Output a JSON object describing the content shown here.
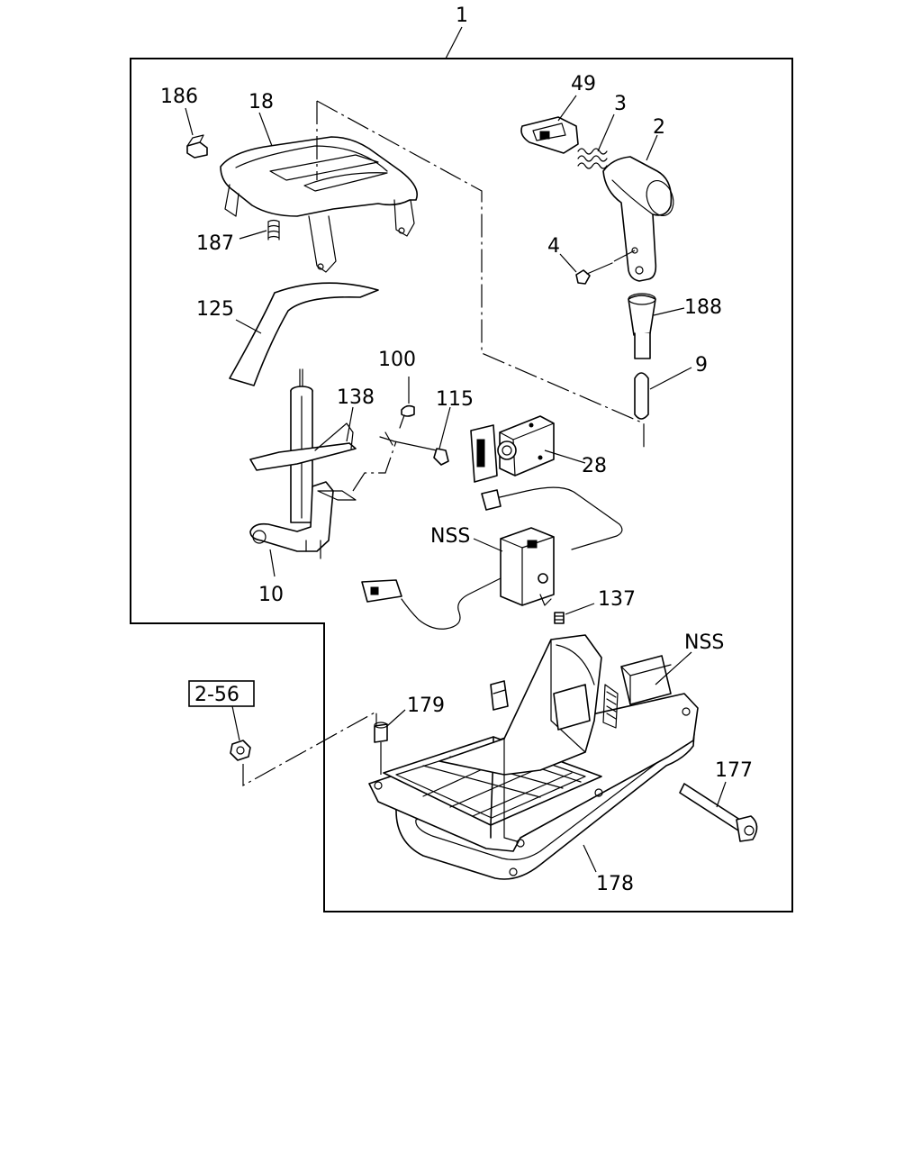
{
  "callouts": {
    "c1": "1",
    "c186": "186",
    "c18": "18",
    "c187": "187",
    "c125": "125",
    "c100": "100",
    "c115": "115",
    "c138": "138",
    "c10": "10",
    "c49": "49",
    "c3": "3",
    "c2": "2",
    "c4": "4",
    "c188": "188",
    "c9": "9",
    "c28": "28",
    "nss1": "NSS",
    "c137": "137",
    "nss2": "NSS",
    "c179": "179",
    "c177": "177",
    "c178": "178",
    "ref": "2-56"
  }
}
